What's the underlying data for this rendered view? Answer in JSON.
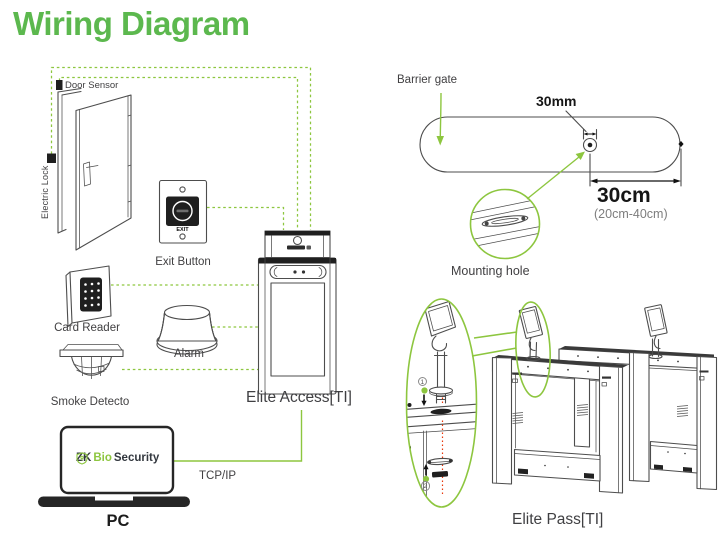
{
  "title": "Wiring Diagram",
  "colors": {
    "title-green": "#5cb84e",
    "green": "#8dc63f",
    "ink": "#4d4d4d",
    "dark": "#1f1f1f",
    "text": "#414042",
    "muted": "#7d7d7d",
    "red": "#e8380d"
  },
  "left_diagram": {
    "door_sensor": "Door Sensor",
    "electric_lock": "Electric Lock",
    "exit_button": "Exit Button",
    "exit_button_text": "EXIT",
    "card_reader": "Card Reader",
    "alarm": "Alarm",
    "smoke_detector": "Smoke Detecto",
    "device": "Elite Access[TI]",
    "network": "TCP/IP",
    "pc": "PC",
    "pc_logo": {
      "zk": "ZK",
      "bio": "Bio",
      "security": "Security"
    }
  },
  "right_diagram": {
    "barrier_gate": "Barrier gate",
    "hole_width": "30mm",
    "distance": "30cm",
    "distance_range": "(20cm-40cm)",
    "mounting_hole": "Mounting hole",
    "turnstile": "Elite Pass[TI]",
    "steps": [
      "1",
      "2"
    ]
  }
}
